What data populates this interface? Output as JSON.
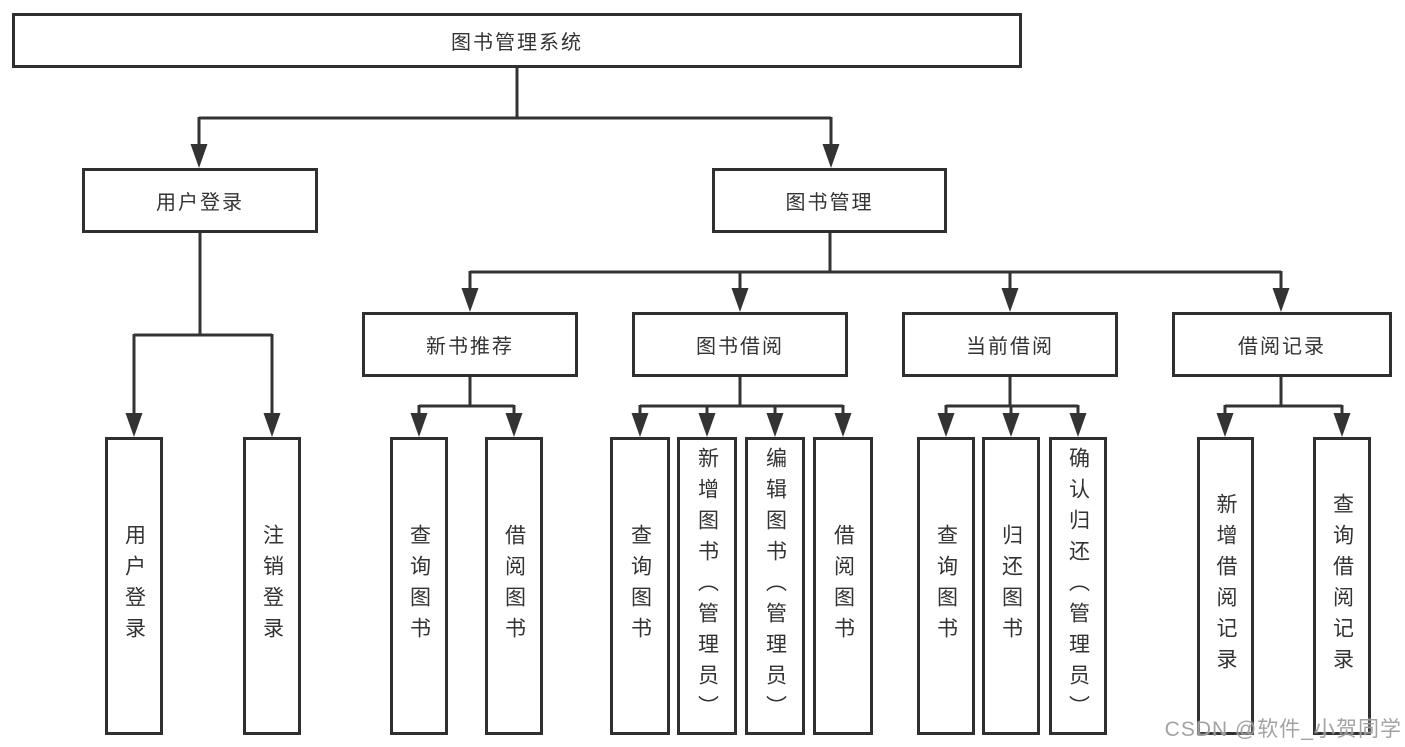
{
  "tree": {
    "root": {
      "label": "图书管理系统"
    },
    "children": [
      {
        "label": "用户登录",
        "children": [
          {
            "label": "用户登录"
          },
          {
            "label": "注销登录"
          }
        ]
      },
      {
        "label": "图书管理",
        "children": [
          {
            "label": "新书推荐",
            "children": [
              {
                "label": "查询图书"
              },
              {
                "label": "借阅图书"
              }
            ]
          },
          {
            "label": "图书借阅",
            "children": [
              {
                "label": "查询图书"
              },
              {
                "label": "新增图书（管理员）"
              },
              {
                "label": "编辑图书（管理员）"
              },
              {
                "label": "借阅图书"
              }
            ]
          },
          {
            "label": "当前借阅",
            "children": [
              {
                "label": "查询图书"
              },
              {
                "label": "归还图书"
              },
              {
                "label": "确认归还（管理员）"
              }
            ]
          },
          {
            "label": "借阅记录",
            "children": [
              {
                "label": "新增借阅记录"
              },
              {
                "label": "查询借阅记录"
              }
            ]
          }
        ]
      }
    ]
  },
  "watermark": {
    "text": "CSDN @软件_小贺同学"
  },
  "colors": {
    "line": "#333333",
    "box_border": "#2f2f2f",
    "text": "#333333",
    "watermark": "#9b9b9b",
    "background": "#ffffff"
  }
}
